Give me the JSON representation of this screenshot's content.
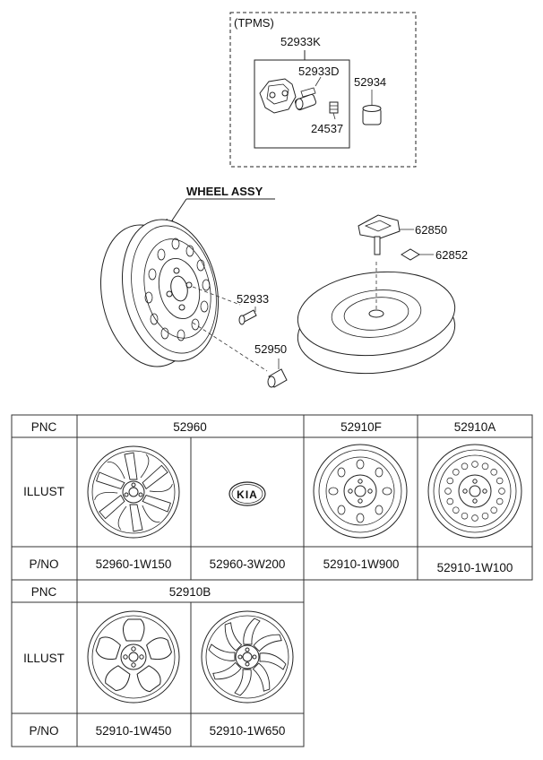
{
  "tpms": {
    "group_label": "(TPMS)",
    "parts": {
      "sensor_assy": "52933K",
      "valve": "52933D",
      "cap": "52934",
      "nut": "24537"
    }
  },
  "wheel": {
    "title": "WHEEL ASSY",
    "parts": {
      "hub_bolt": "52933",
      "lug_nut": "52950",
      "spare_bracket": "62850",
      "spare_part_diamond": "62852"
    }
  },
  "table1": {
    "row_labels": {
      "pnc": "PNC",
      "illust": "ILLUST",
      "pno": "P/NO"
    },
    "groups": [
      {
        "pnc": "52960",
        "items": [
          {
            "pno": "52960-1W150"
          },
          {
            "pno": "52960-3W200"
          }
        ]
      },
      {
        "pnc": "52910F",
        "items": [
          {
            "pno": "52910-1W900"
          }
        ]
      },
      {
        "pnc": "52910A",
        "items": [
          {
            "pno": "52910-1W100"
          }
        ]
      }
    ]
  },
  "table2": {
    "row_labels": {
      "pnc": "PNC",
      "illust": "ILLUST",
      "pno": "P/NO"
    },
    "groups": [
      {
        "pnc": "52910B",
        "items": [
          {
            "pno": "52910-1W450"
          },
          {
            "pno": "52910-1W650"
          }
        ]
      }
    ]
  },
  "logo_text": "KIA"
}
